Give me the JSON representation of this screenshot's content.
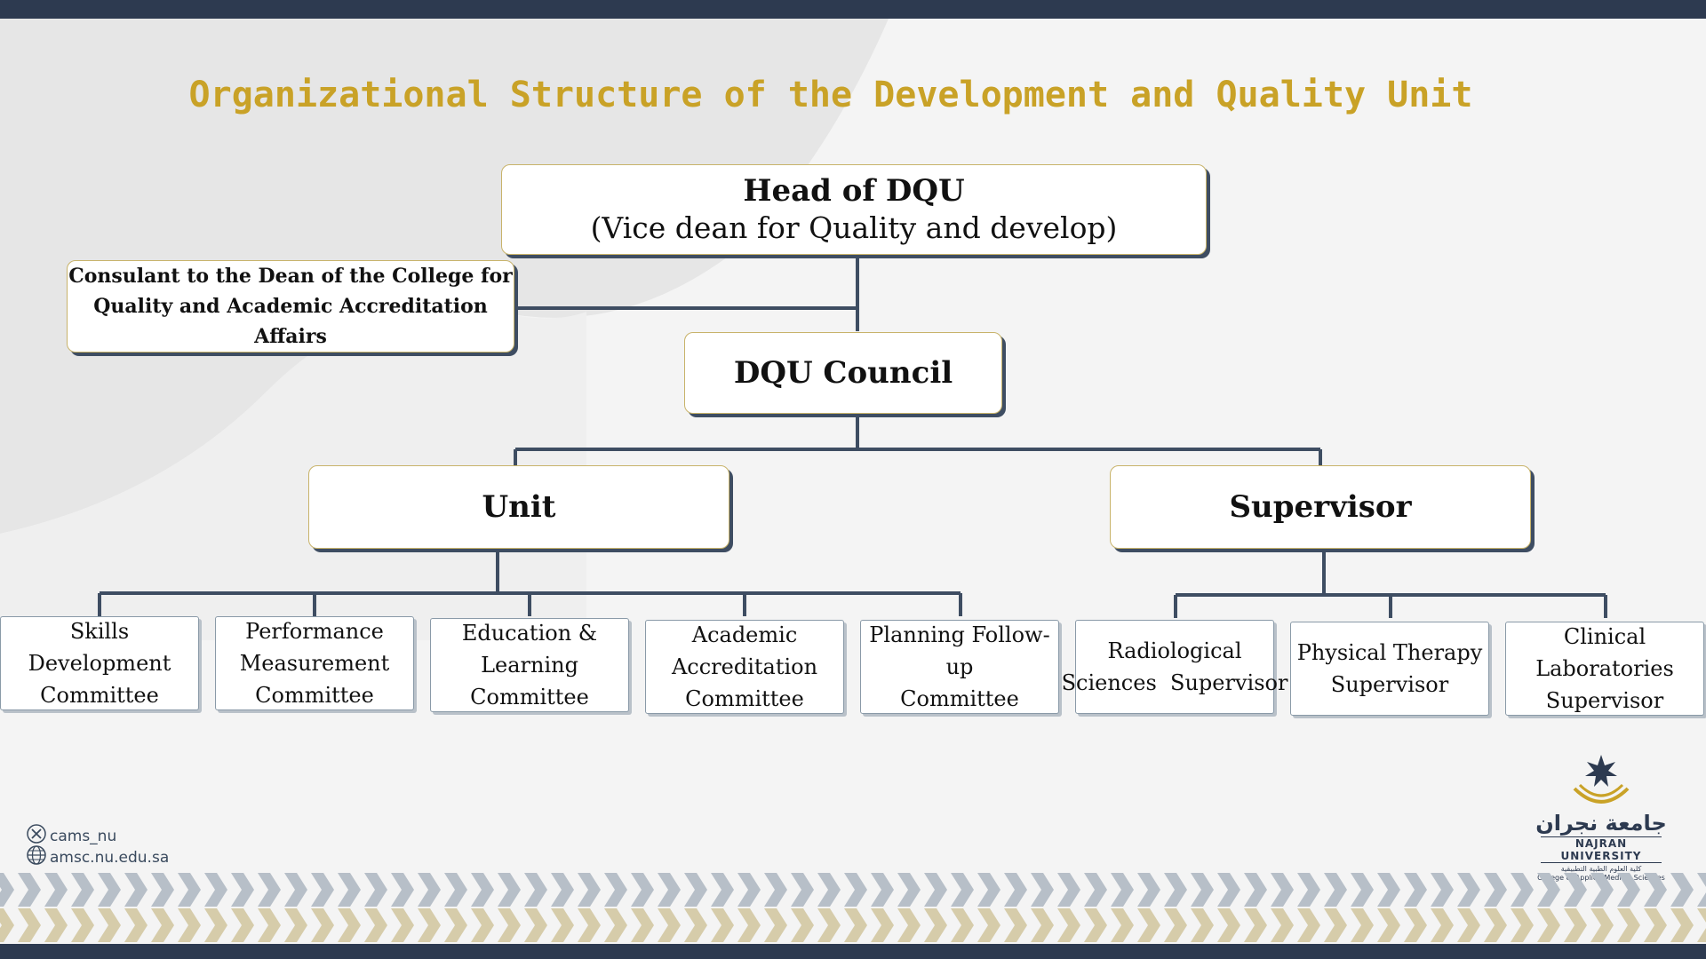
{
  "title": "Organizational Structure of the Development and Quality Unit",
  "colors": {
    "accent": "#c9a227",
    "navy": "#2d3a50",
    "connector": "#3e4d62",
    "chevron_gray": "#b7bfc8",
    "chevron_gold": "#d6ccaa"
  },
  "nodes": {
    "head": {
      "line1": "Head of DQU",
      "line2": "(Vice dean for Quality and develop)"
    },
    "consultant": {
      "line1": "Consulant to the Dean of the College for",
      "line2": "Quality and Academic Accreditation Affairs"
    },
    "council": {
      "label": "DQU Council"
    },
    "unit": {
      "label": "Unit"
    },
    "supervisor": {
      "label": "Supervisor"
    },
    "committees": [
      {
        "lines": [
          "Skills Development",
          "Committee"
        ]
      },
      {
        "lines": [
          "Performance",
          "Measurement",
          "Committee"
        ]
      },
      {
        "lines": [
          "Education &",
          "Learning",
          "Committee"
        ]
      },
      {
        "lines": [
          "Academic",
          "Accreditation",
          "Committee"
        ]
      },
      {
        "lines": [
          "Planning Follow-up",
          "Committee"
        ]
      }
    ],
    "supervisors": [
      {
        "lines": [
          "Radiological",
          "Sciences  Supervisor"
        ]
      },
      {
        "lines": [
          "Physical Therapy",
          "Supervisor"
        ]
      },
      {
        "lines": [
          "Clinical",
          "Laboratories",
          "Supervisor"
        ]
      }
    ]
  },
  "footer": {
    "social_icon": "x-logo-icon",
    "social_handle": "cams_nu",
    "web_icon": "globe-icon",
    "website": "amsc.nu.edu.sa"
  },
  "logo": {
    "arabic": "جامعة نجران",
    "english": "NAJRAN UNIVERSITY",
    "sub_arabic": "كلية العلوم الطبية التطبيقية",
    "sub_english": "College of Applied Medical Sciences"
  }
}
